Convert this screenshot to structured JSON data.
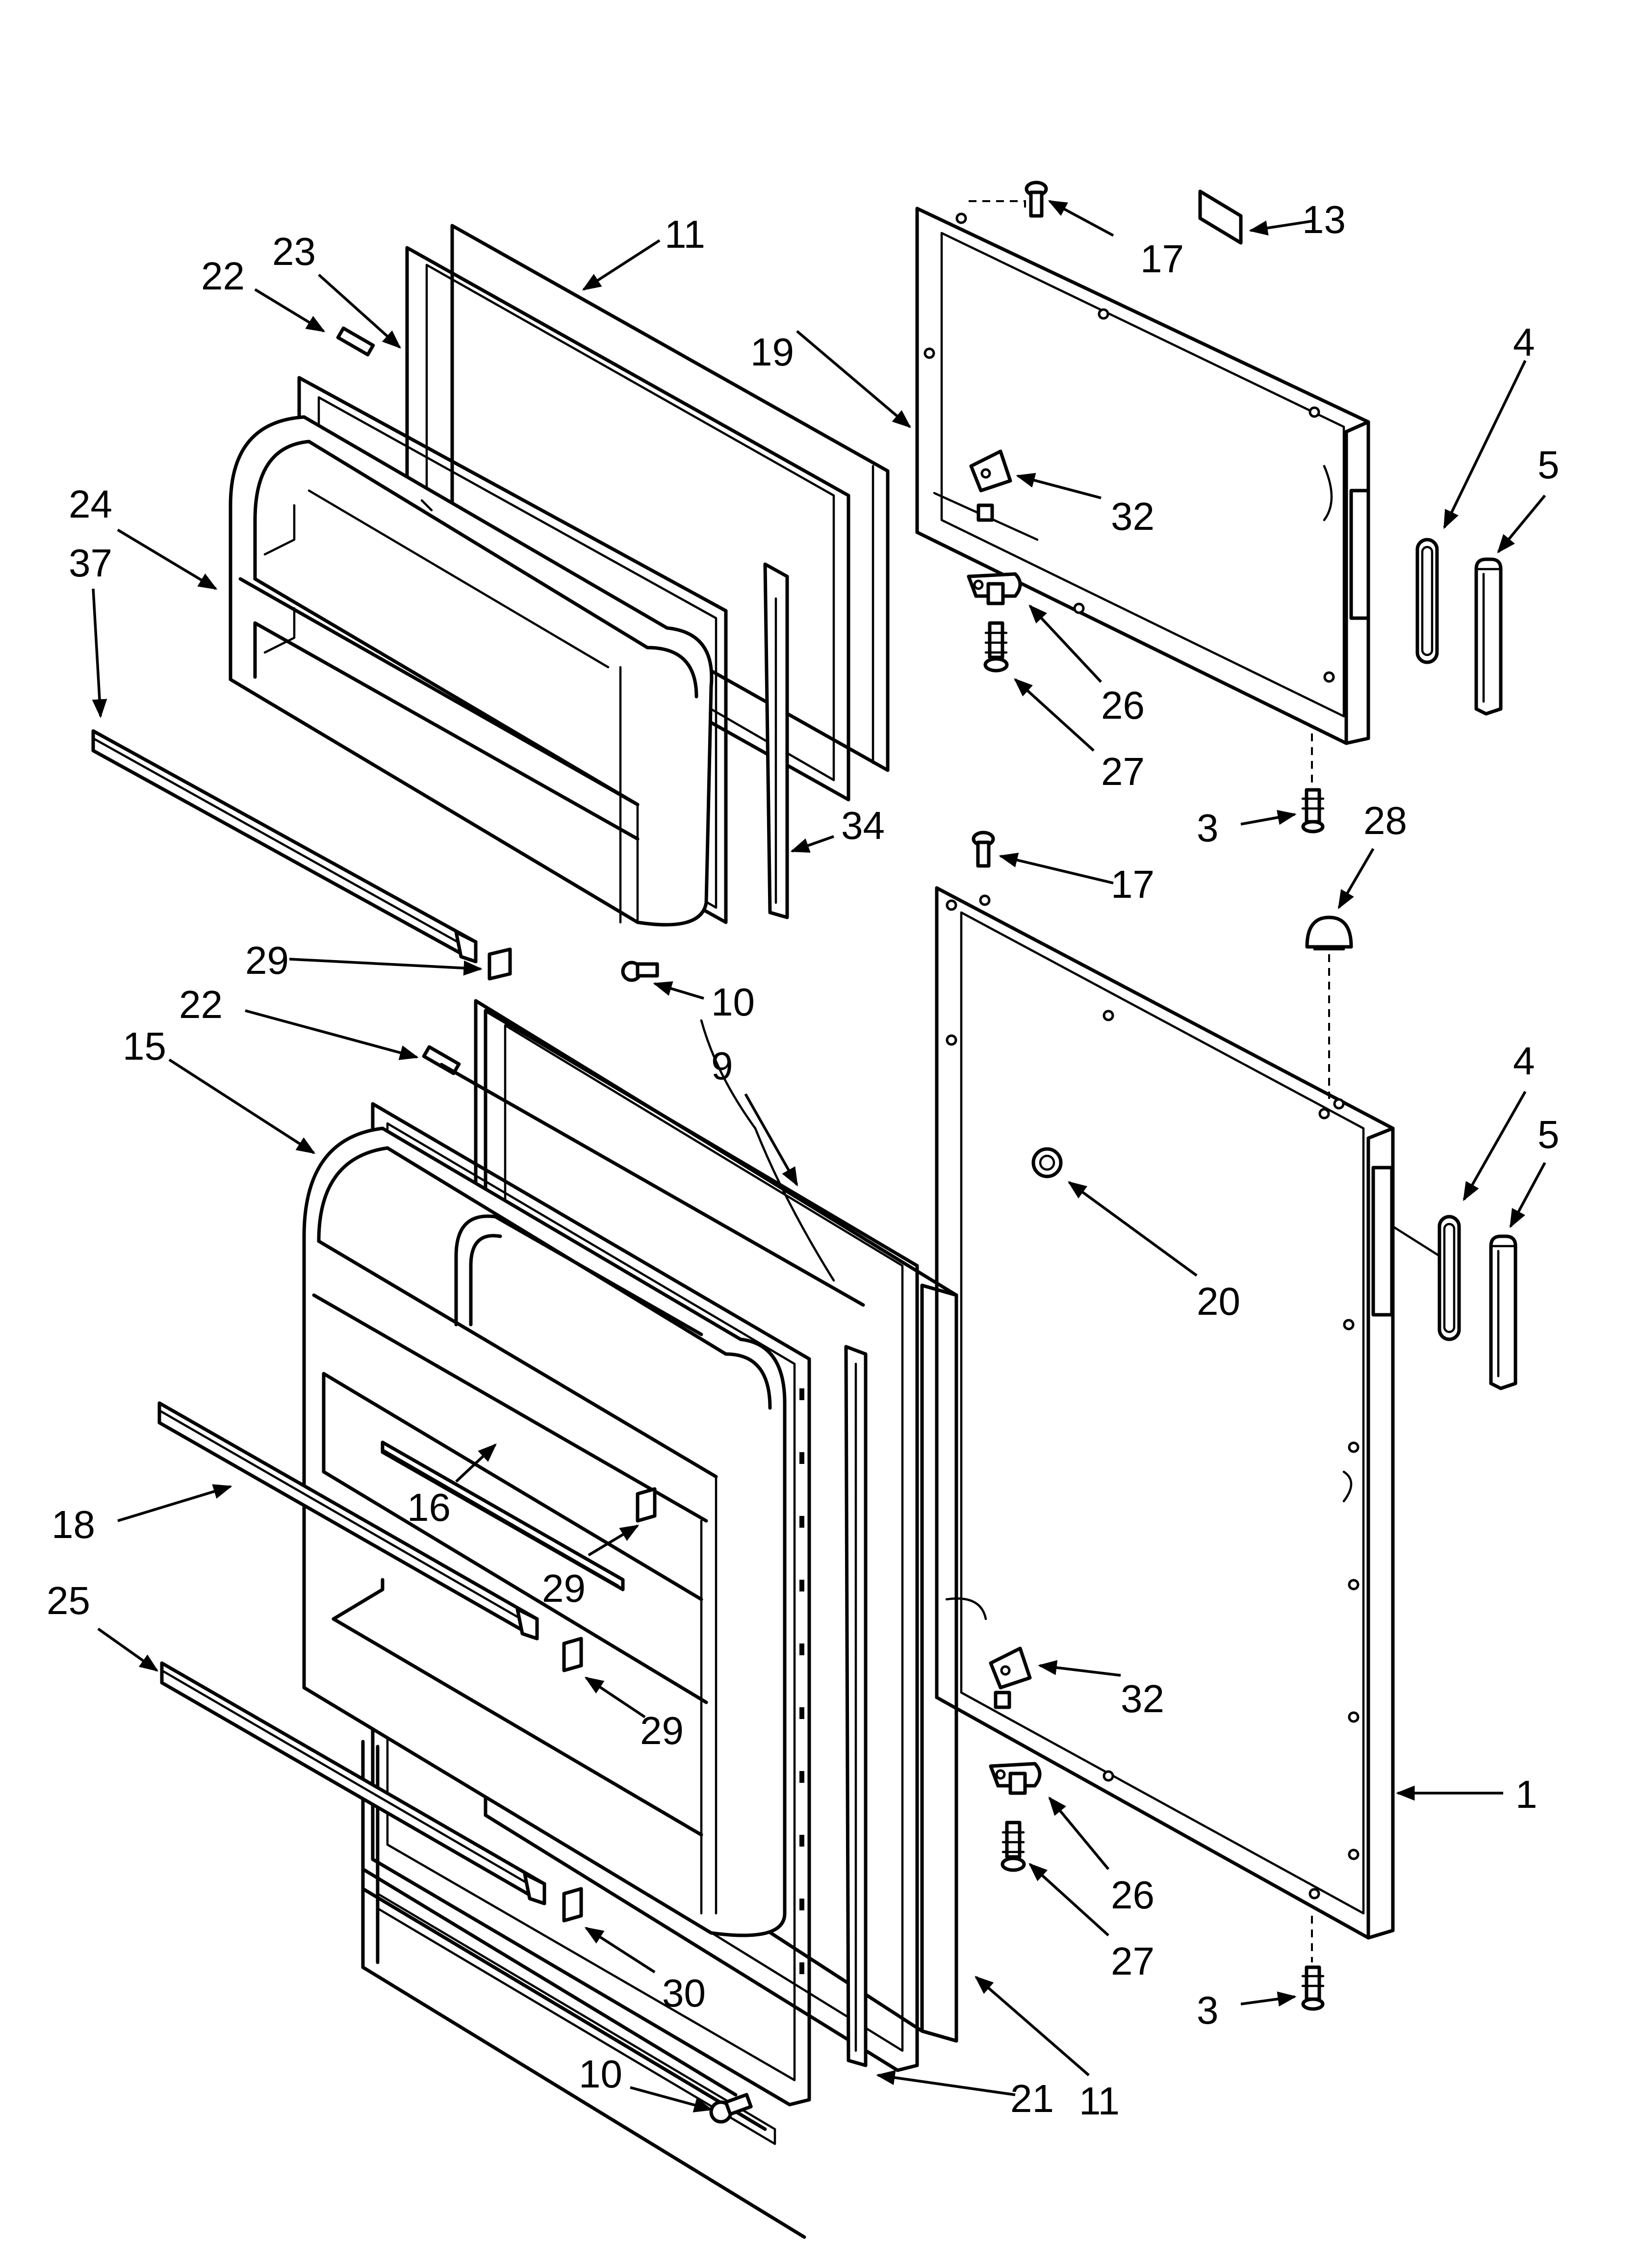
{
  "diagram": {
    "callouts": {
      "c1": "1",
      "c3a": "3",
      "c3b": "3",
      "c4a": "4",
      "c4b": "4",
      "c5a": "5",
      "c5b": "5",
      "c9": "9",
      "c10a": "10",
      "c10b": "10",
      "c11a": "11",
      "c11b": "11",
      "c13": "13",
      "c15": "15",
      "c16": "16",
      "c17a": "17",
      "c17b": "17",
      "c18": "18",
      "c19": "19",
      "c20": "20",
      "c21": "21",
      "c22a": "22",
      "c22b": "22",
      "c23": "23",
      "c24": "24",
      "c25": "25",
      "c26a": "26",
      "c26b": "26",
      "c27a": "27",
      "c27b": "27",
      "c28": "28",
      "c29a": "29",
      "c29b": "29",
      "c29c": "29",
      "c30": "30",
      "c32a": "32",
      "c32b": "32",
      "c34": "34",
      "c37": "37"
    }
  }
}
